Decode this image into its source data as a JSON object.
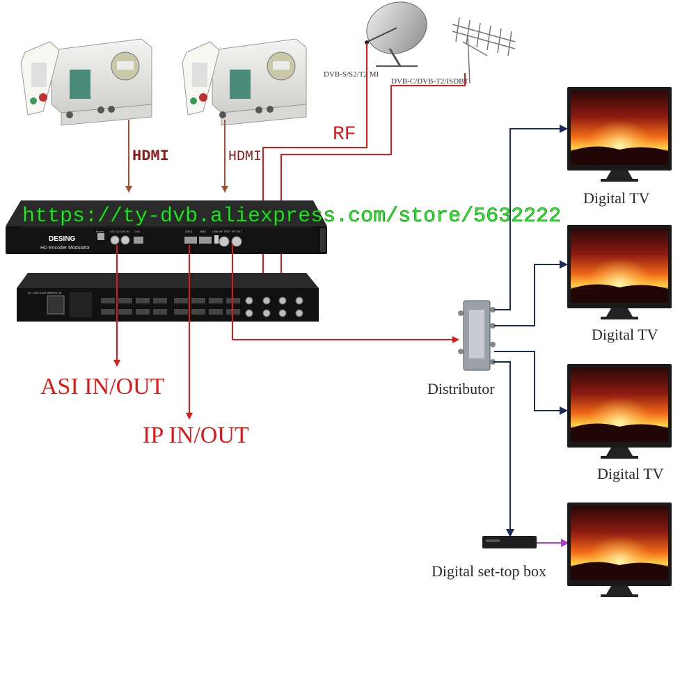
{
  "watermark": {
    "url": "https://ty-dvb.aliexpress.com/store/5632222"
  },
  "sources": {
    "hdmi_left": "HDMI",
    "hdmi_right": "HDMI",
    "rf": "RF",
    "satellite": "DVB-S/S2/T2 MI",
    "terrestrial": "DVB-C/DVB-T2/ISDBT"
  },
  "device": {
    "front_brand": "DESING",
    "front_model": "HD Encoder Modulator",
    "ports": {
      "power": "Power",
      "asi_out": "ASI OUT",
      "asi_in": "ASI IN",
      "cas": "CAS",
      "data": "DATA",
      "nms": "NMS",
      "usb": "USB",
      "rf_test": "RF TEST",
      "rf_out": "RF OUT"
    },
    "rear_power": "AC 100V-240V 50/60Hz 2A"
  },
  "outputs": {
    "asi": "ASI IN/OUT",
    "ip": "IP IN/OUT",
    "distributor": "Distributor"
  },
  "tvs": {
    "tv1": "Digital TV",
    "tv2": "Digital TV",
    "tv3": "Digital TV",
    "stb": "Digital set-top box"
  },
  "colors": {
    "signal_red": "#e01818",
    "hdmi_brown": "#a0522d",
    "distribution_navy": "#1c2a5a",
    "stb_purple": "#b040c8",
    "watermark_green": "#22ee22",
    "device_black": "#1c1c1c"
  }
}
